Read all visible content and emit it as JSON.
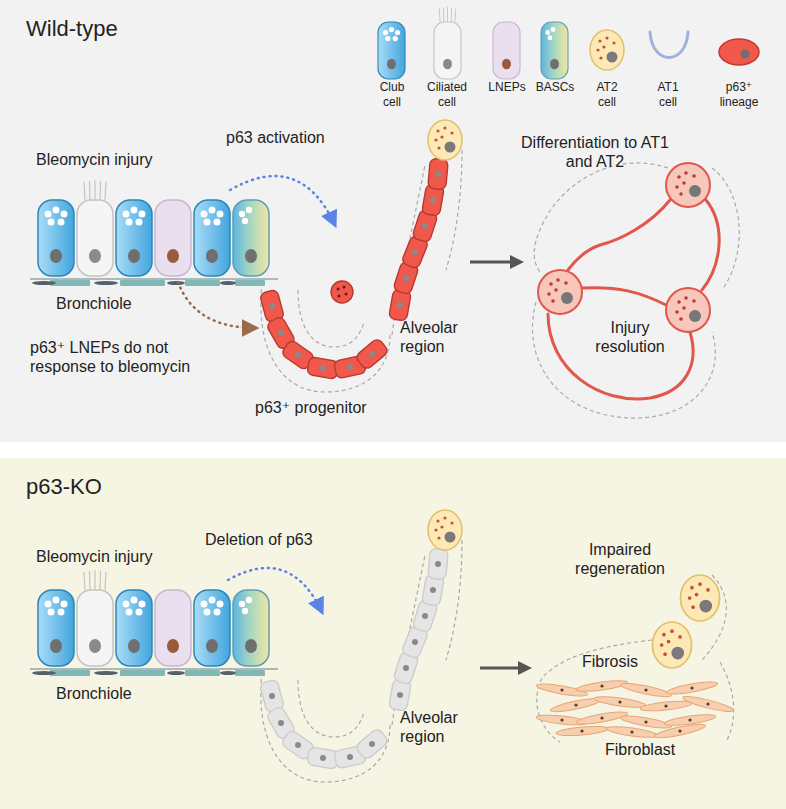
{
  "diagram": {
    "nodes": [
      {
        "text": [
          "Wild-type"
        ]
      },
      {
        "text": [
          "p63-KO"
        ]
      }
    ],
    "labels": [
      "Bleomycin injury",
      "p63 activation",
      "Differentiation to AT1 and AT2",
      "Bronchiole",
      "Alveolar region",
      "Injury resolution",
      "p63⁺ LNEPs do not response to bleomycin",
      "p63⁺ progenitor",
      "Deletion of p63",
      "Impaired regeneration",
      "Bleomycin injury",
      "Fibrosis",
      "Bronchiole",
      "Alveolar region",
      "Fibroblast"
    ],
    "legend": [
      {
        "text": "Club cell"
      },
      {
        "text": "Ciliated cell"
      },
      {
        "text": "LNEPs"
      },
      {
        "text": "BASCs"
      },
      {
        "text": "AT2 cell"
      },
      {
        "text": "AT1 cell"
      },
      {
        "text": "p63⁺ lineage"
      }
    ]
  }
}
